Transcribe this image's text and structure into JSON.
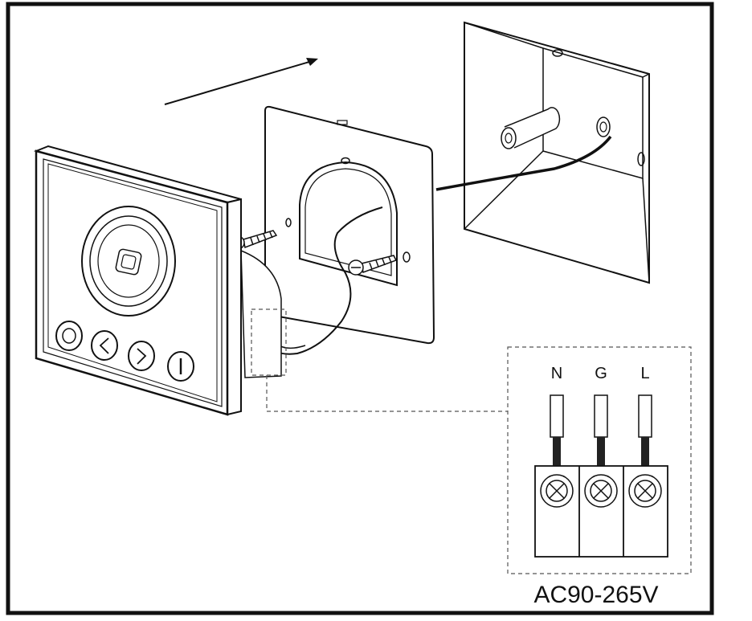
{
  "terminal_labels": [
    "N",
    "G",
    "L"
  ],
  "voltage_label": "AC90-265V",
  "colors": {
    "line": "#111111",
    "background": "#ffffff"
  }
}
